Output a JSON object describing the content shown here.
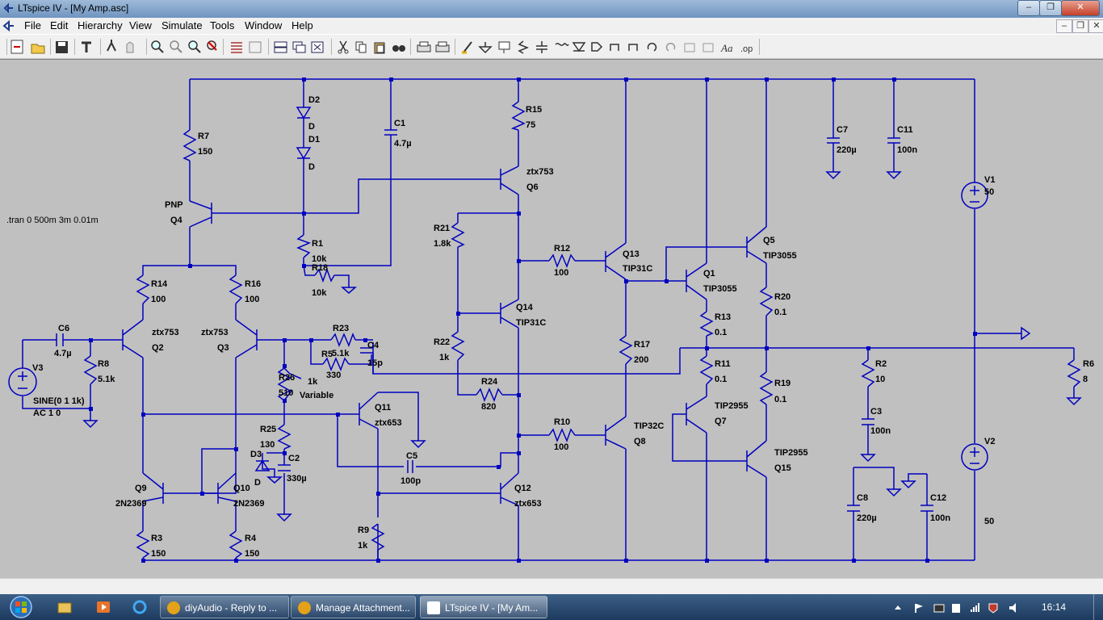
{
  "window": {
    "title": "LTspice IV - [My Amp.asc]"
  },
  "menu": {
    "items": [
      "File",
      "Edit",
      "Hierarchy",
      "View",
      "Simulate",
      "Tools",
      "Window",
      "Help"
    ]
  },
  "toolbar": {
    "icons": [
      "new-schematic-icon",
      "open-icon",
      "save-icon",
      "control-panel-icon",
      "run-icon",
      "halt-icon",
      "zoom-in-icon",
      "pan-icon",
      "zoom-out-icon",
      "zoom-cancel-icon",
      "plot-settings-icon",
      "autorange-icon",
      "tile-horizontal-icon",
      "cascade-icon",
      "close-window-icon",
      "cut-icon",
      "copy-icon",
      "paste-icon",
      "find-icon",
      "print-setup-icon",
      "print-icon",
      "wire-icon",
      "ground-icon",
      "label-net-icon",
      "resistor-icon",
      "capacitor-icon",
      "inductor-icon",
      "diode-icon",
      "component-icon",
      "move-icon",
      "drag-icon",
      "undo-icon",
      "redo-icon",
      "rotate-icon",
      "mirror-icon",
      "text-icon",
      "spice-directive-icon"
    ]
  },
  "schematic": {
    "directive": ".tran 0 500m 3m 0.01m",
    "labels": [
      {
        "id": "d2",
        "text": "D2"
      },
      {
        "id": "d2v",
        "text": "D"
      },
      {
        "id": "d1",
        "text": "D1"
      },
      {
        "id": "d1v",
        "text": "D"
      },
      {
        "id": "c1",
        "text": "C1"
      },
      {
        "id": "c1v",
        "text": "4.7µ"
      },
      {
        "id": "r15",
        "text": "R15"
      },
      {
        "id": "r15v",
        "text": "75"
      },
      {
        "id": "r7",
        "text": "R7"
      },
      {
        "id": "r7v",
        "text": "150"
      },
      {
        "id": "q6m",
        "text": "ztx753"
      },
      {
        "id": "q6",
        "text": "Q6"
      },
      {
        "id": "c7",
        "text": "C7"
      },
      {
        "id": "c7v",
        "text": "220µ"
      },
      {
        "id": "c11",
        "text": "C11"
      },
      {
        "id": "c11v",
        "text": "100n"
      },
      {
        "id": "v1",
        "text": "V1"
      },
      {
        "id": "v1v",
        "text": "50"
      },
      {
        "id": "q4m",
        "text": "PNP"
      },
      {
        "id": "q4",
        "text": "Q4"
      },
      {
        "id": "r21",
        "text": "R21"
      },
      {
        "id": "r21v",
        "text": "1.8k"
      },
      {
        "id": "q5",
        "text": "Q5"
      },
      {
        "id": "q5m",
        "text": "TIP3055"
      },
      {
        "id": "r1",
        "text": "R1"
      },
      {
        "id": "r1v",
        "text": "10k"
      },
      {
        "id": "r18",
        "text": "R18"
      },
      {
        "id": "r18v",
        "text": "10k"
      },
      {
        "id": "r12",
        "text": "R12"
      },
      {
        "id": "r12v",
        "text": "100"
      },
      {
        "id": "q13",
        "text": "Q13"
      },
      {
        "id": "q13m",
        "text": "TIP31C"
      },
      {
        "id": "q1",
        "text": "Q1"
      },
      {
        "id": "q1m",
        "text": "TIP3055"
      },
      {
        "id": "r14",
        "text": "R14"
      },
      {
        "id": "r14v",
        "text": "100"
      },
      {
        "id": "r16",
        "text": "R16"
      },
      {
        "id": "r16v",
        "text": "100"
      },
      {
        "id": "r20",
        "text": "R20"
      },
      {
        "id": "r20v",
        "text": "0.1"
      },
      {
        "id": "q14",
        "text": "Q14"
      },
      {
        "id": "q14m",
        "text": "TIP31C"
      },
      {
        "id": "r13",
        "text": "R13"
      },
      {
        "id": "r13v",
        "text": "0.1"
      },
      {
        "id": "c6",
        "text": "C6"
      },
      {
        "id": "c6v",
        "text": "4.7µ"
      },
      {
        "id": "q2m",
        "text": "ztx753"
      },
      {
        "id": "q2",
        "text": "Q2"
      },
      {
        "id": "q3m",
        "text": "ztx753"
      },
      {
        "id": "q3",
        "text": "Q3"
      },
      {
        "id": "r23",
        "text": "R23"
      },
      {
        "id": "r23v",
        "text": "5.1k"
      },
      {
        "id": "r5",
        "text": "R5"
      },
      {
        "id": "c4",
        "text": "C4"
      },
      {
        "id": "c4v",
        "text": "15p"
      },
      {
        "id": "r22",
        "text": "R22"
      },
      {
        "id": "r22v",
        "text": "1k"
      },
      {
        "id": "r17",
        "text": "R17"
      },
      {
        "id": "r17v",
        "text": "200"
      },
      {
        "id": "r11",
        "text": "R11"
      },
      {
        "id": "r11v",
        "text": "0.1"
      },
      {
        "id": "r2",
        "text": "R2"
      },
      {
        "id": "r2v",
        "text": "10"
      },
      {
        "id": "r6",
        "text": "R6"
      },
      {
        "id": "r6v",
        "text": "8"
      },
      {
        "id": "v3",
        "text": "V3"
      },
      {
        "id": "r8",
        "text": "R8"
      },
      {
        "id": "r8v",
        "text": "5.1k"
      },
      {
        "id": "r26",
        "text": "R26"
      },
      {
        "id": "r26v",
        "text": "510"
      },
      {
        "id": "pot1k",
        "text": "1k"
      },
      {
        "id": "r5v",
        "text": "330"
      },
      {
        "id": "var",
        "text": "Variable"
      },
      {
        "id": "r24",
        "text": "R24"
      },
      {
        "id": "r24v",
        "text": "820"
      },
      {
        "id": "r19",
        "text": "R19"
      },
      {
        "id": "r19v",
        "text": "0.1"
      },
      {
        "id": "v3v",
        "text": "SINE(0 1 1k)"
      },
      {
        "id": "v3ac",
        "text": "AC 1 0"
      },
      {
        "id": "q11",
        "text": "Q11"
      },
      {
        "id": "q11m",
        "text": "ztx653"
      },
      {
        "id": "q7m",
        "text": "TIP2955"
      },
      {
        "id": "q7",
        "text": "Q7"
      },
      {
        "id": "c3",
        "text": "C3"
      },
      {
        "id": "c3v",
        "text": "100n"
      },
      {
        "id": "r10",
        "text": "R10"
      },
      {
        "id": "r10v",
        "text": "100"
      },
      {
        "id": "q8m",
        "text": "TIP32C"
      },
      {
        "id": "q8",
        "text": "Q8"
      },
      {
        "id": "r25",
        "text": "R25"
      },
      {
        "id": "r25v",
        "text": "130"
      },
      {
        "id": "d3",
        "text": "D3"
      },
      {
        "id": "d3v",
        "text": "D"
      },
      {
        "id": "c2",
        "text": "C2"
      },
      {
        "id": "c2v",
        "text": "330µ"
      },
      {
        "id": "c5",
        "text": "C5"
      },
      {
        "id": "c5v",
        "text": "100p"
      },
      {
        "id": "v2",
        "text": "V2"
      },
      {
        "id": "q15m",
        "text": "TIP2955"
      },
      {
        "id": "q15",
        "text": "Q15"
      },
      {
        "id": "q9",
        "text": "Q9"
      },
      {
        "id": "q9m",
        "text": "2N2369"
      },
      {
        "id": "q10",
        "text": "Q10"
      },
      {
        "id": "q10m",
        "text": "2N2369"
      },
      {
        "id": "q12",
        "text": "Q12"
      },
      {
        "id": "q12m",
        "text": "ztx653"
      },
      {
        "id": "c8",
        "text": "C8"
      },
      {
        "id": "c8v",
        "text": "220µ"
      },
      {
        "id": "c12",
        "text": "C12"
      },
      {
        "id": "c12v",
        "text": "100n"
      },
      {
        "id": "v2v",
        "text": "50"
      },
      {
        "id": "r9",
        "text": "R9"
      },
      {
        "id": "r9v",
        "text": "1k"
      },
      {
        "id": "r3",
        "text": "R3"
      },
      {
        "id": "r3v",
        "text": "150"
      },
      {
        "id": "r4",
        "text": "R4"
      },
      {
        "id": "r4v",
        "text": "150"
      }
    ]
  },
  "taskbar": {
    "buttons": [
      "diyAudio - Reply to ...",
      "Manage Attachment...",
      "LTspice IV - [My Am..."
    ],
    "clock": "16:14"
  },
  "colors": {
    "wire": "#0000c0",
    "canvas": "#c0c0c0",
    "label": "#000000"
  }
}
